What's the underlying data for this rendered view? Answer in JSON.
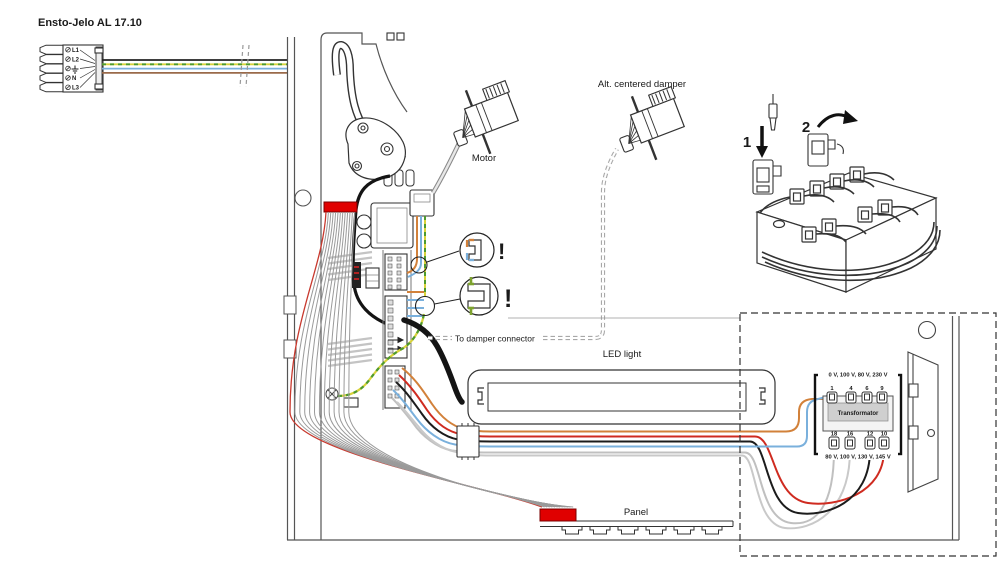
{
  "diagram": {
    "title": "Ensto-Jelo AL 17.10",
    "mains_connector": {
      "terminals": [
        "L1",
        "L2",
        "⏚",
        "N",
        "L3"
      ]
    },
    "labels": {
      "motor": "Motor",
      "alt_damper": "Alt. centered damper",
      "to_damper": "To damper connector",
      "led": "LED light",
      "panel": "Panel"
    },
    "warning_mark": "!",
    "assembly_steps": {
      "step1": "1",
      "step2": "2"
    },
    "transformer": {
      "name": "Transformator",
      "primary_label": "0 V, 100 V, 80 V, 230 V",
      "primary_pins": [
        "1",
        "4",
        "6",
        "9"
      ],
      "secondary_pins": [
        "18",
        "16",
        "12",
        "10"
      ],
      "secondary_label": "80 V, 100 V, 130 V, 145 V"
    },
    "colors": {
      "connector_red": "#e00000",
      "wire_orange": "#d2813a",
      "wire_red": "#cf2b20",
      "wire_blue": "#7ab0dc",
      "wire_brown": "#9a6a4a",
      "wire_yellow": "#d8d23c",
      "wire_green": "#4e9a2e",
      "wire_black": "#1c1c1c",
      "wire_gray": "#c0c0c0"
    }
  }
}
